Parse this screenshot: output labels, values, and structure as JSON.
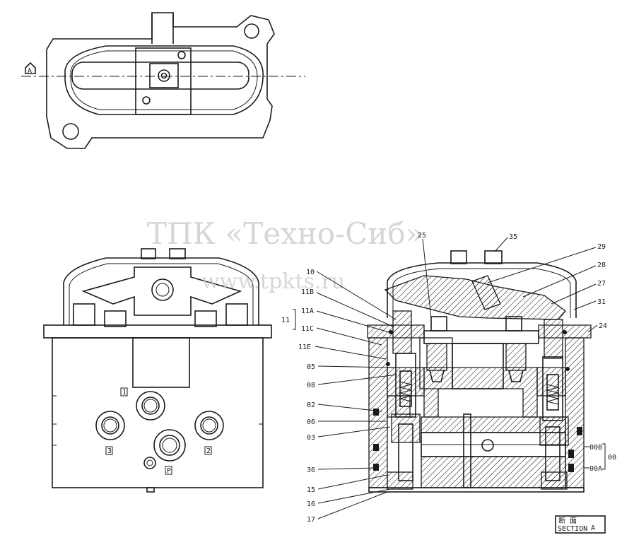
{
  "watermark": {
    "title": "ТПК «Техно-Сиб»",
    "url": "www.tpkts.ru"
  },
  "section_marker": {
    "letter": "A"
  },
  "section_label": {
    "kanji": "断 面",
    "text": "SECTION",
    "letter": "A"
  },
  "port_marks": [
    "1",
    "3",
    "2",
    "P"
  ],
  "part_labels": {
    "l25": "25",
    "l35": "35",
    "l29": "29",
    "l28": "28",
    "l27": "27",
    "l31": "31",
    "l24": "24",
    "l10": "10",
    "l11b": "11B",
    "l11a": "11A",
    "l11": "11",
    "l11c": "11C",
    "l11e": "11E",
    "l05": "05",
    "l08": "08",
    "l02": "02",
    "l06": "06",
    "l03": "03",
    "l36": "36",
    "l15": "15",
    "l16": "16",
    "l17": "17",
    "l00b": "00B",
    "l00a": "00A",
    "l00": "00"
  }
}
